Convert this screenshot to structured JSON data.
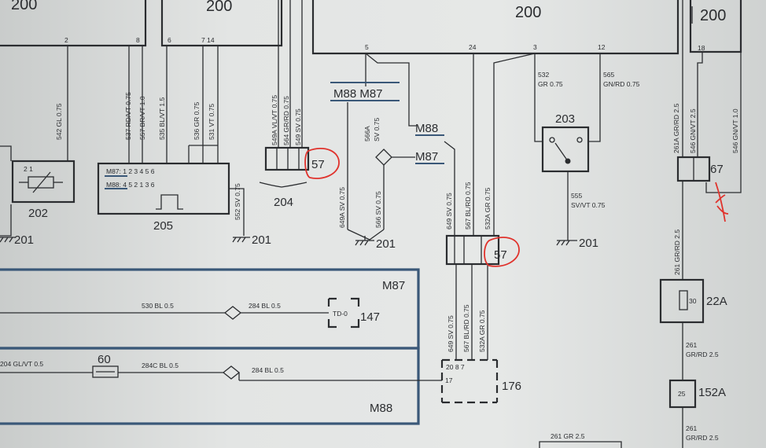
{
  "labels": {
    "c200a": "200",
    "c200b": "200",
    "c200c": "200",
    "c200d": "200",
    "pin_2": "2",
    "pin_8": "8",
    "pin_6": "6",
    "pin_7_14": "7 14",
    "pin_5": "5",
    "pin_24": "24",
    "pin_3": "3",
    "pin_12": "12",
    "pin_18": "18",
    "w542": "542 GL 0.75",
    "w537": "537 RD/VT 0.75",
    "w557": "557 BR/VT 1.0",
    "w535": "535 BL/VT 1.5",
    "w536": "536 GR 0.75",
    "w531": "531 VT 0.75",
    "w552": "552 SV 0.75",
    "w549a": "549A VL/VT 0.75",
    "w564": "564 GR/RD 0.75",
    "w549": "549 SV 0.75",
    "m88_m87_top": "M88 M87",
    "w566a": "566A",
    "w566a_b": "SV 0.75",
    "m88_right": "M88",
    "m87_right": "M87",
    "w649a": "649A SV 0.75",
    "w566": "566 SV 0.75",
    "w649_top": "649 SV 0.75",
    "w567_top": "567 BL/RD 0.75",
    "w532a_top": "532A GR 0.75",
    "w532_a": "532",
    "w532_b": "GR 0.75",
    "w565_a": "565",
    "w565_b": "GN/RD 0.75",
    "c203": "203",
    "w555_a": "555",
    "w555_b": "SV/VT 0.75",
    "w261a": "261A GR/RD 2.5",
    "w546": "546 GN/VT 2.5",
    "w546b": "546 GN/VT 1.0",
    "c67": "67",
    "c204": "204",
    "c202": "202",
    "c205": "205",
    "pins205_m87": "M87: 1  2  3  4  5  6",
    "pins205_m88": "M88: 4  5  2  1  3  6",
    "g201_a": "201",
    "g201_b": "201",
    "g201_c": "201",
    "g201_d": "201",
    "c57_top": "57",
    "c57_mid": "57",
    "w261_col": "261 GR/RD 2.5",
    "c22a": "22A",
    "fuse30": "30",
    "w261_b1": "261",
    "w261_b2": "GR/RD 2.5",
    "c152a": "152A",
    "fuse25": "25",
    "w261_c1": "261",
    "w261_c2": "GR/RD 2.5",
    "w261_bot": "261 GR 2.5",
    "m87_box": "M87",
    "m88_box": "M88",
    "w530": "530 BL 0.5",
    "w284a": "284 BL 0.5",
    "td": "TD-0",
    "c147": "147",
    "w204": "204 GL/VT 0.5",
    "c60": "60",
    "w284c": "284C BL 0.5",
    "w284b": "284 BL 0.5",
    "w649_bot": "649 SV 0.75",
    "w567_bot": "567 BL/RD 0.75",
    "w532a_bot": "532A GR 0.75",
    "pins176": "20  8  7",
    "pin17": "17",
    "c176": "176",
    "pins1_2": "2  1"
  }
}
